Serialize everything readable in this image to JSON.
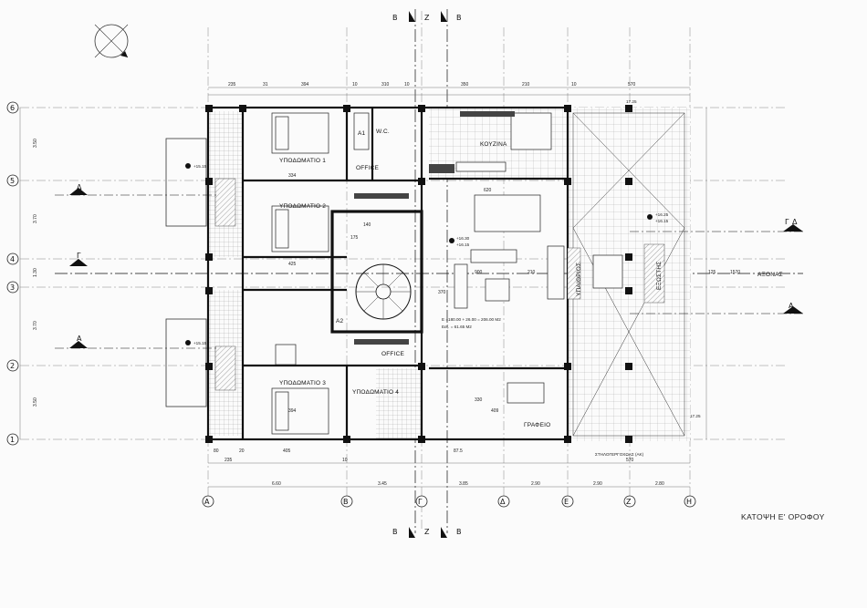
{
  "drawing": {
    "title": "ΚΑΤΟΨΗ Ε' ΟΡΟΦΟΥ",
    "axis_label": "ΑΞΟΝΑΣ",
    "area_note_1": "Ε =180.00 + 26.00 = 206.00 Μ2",
    "area_note_2": "Εεξ. = 61.65 Μ2",
    "column_note": "ΣΤΗΛΟΓΕΡΓΟΧΩΑΣ (ΑΚ)"
  },
  "rooms": {
    "bedroom1": "ΥΠΟΔΩΜΑΤΙΟ 1",
    "bedroom2": "ΥΠΟΔΩΜΑΤΙΟ 2",
    "bedroom3": "ΥΠΟΔΩΜΑΤΙΟ 3",
    "bedroom4": "ΥΠΟΔΩΜΑΤΙΟ 4",
    "office_top": "OFFICE",
    "office_bottom": "OFFICE",
    "kitchen": "ΚΟΥΖΙΝΑ",
    "study": "ΓΡΑΦΕΙΟ",
    "wc": "W.C.",
    "veranda_left": "ΥΠΑΙΘΡΙΟΣ",
    "veranda_right": "ΕΞΩΣΤΗΣ",
    "a1": "A1",
    "a2": "A2"
  },
  "grid_rows": [
    "6",
    "5",
    "4",
    "3",
    "2",
    "1"
  ],
  "grid_cols": [
    "Α",
    "Β",
    "Γ",
    "Δ",
    "Ε",
    "Ζ",
    "Η"
  ],
  "sections": {
    "beta": "Β",
    "zeta": "Ζ",
    "gamma": "Γ",
    "delta": "Δ",
    "a": "Α"
  },
  "dims_top": [
    "235",
    "31",
    "394",
    "10",
    "310",
    "10",
    "350",
    "210",
    "10",
    "570"
  ],
  "dims_bottom": [
    "80",
    "20",
    "405",
    "235",
    "10",
    "87.5",
    "570"
  ],
  "dims_bottom_axes": [
    "6.60",
    "3.45",
    "3.85",
    "2.90",
    "2.90",
    "2.80"
  ],
  "dims_left": [
    "3.50",
    "3.70",
    "1.30",
    "3.70",
    "3.50"
  ],
  "levels": [
    "+16.25",
    "+16.15",
    "+16.30",
    "+15.15",
    "17.25",
    "17.25"
  ],
  "inner_dims": [
    "334",
    "425",
    "394",
    "140",
    "175",
    "620",
    "900",
    "210",
    "370",
    "409",
    "330",
    "125",
    "1570"
  ]
}
